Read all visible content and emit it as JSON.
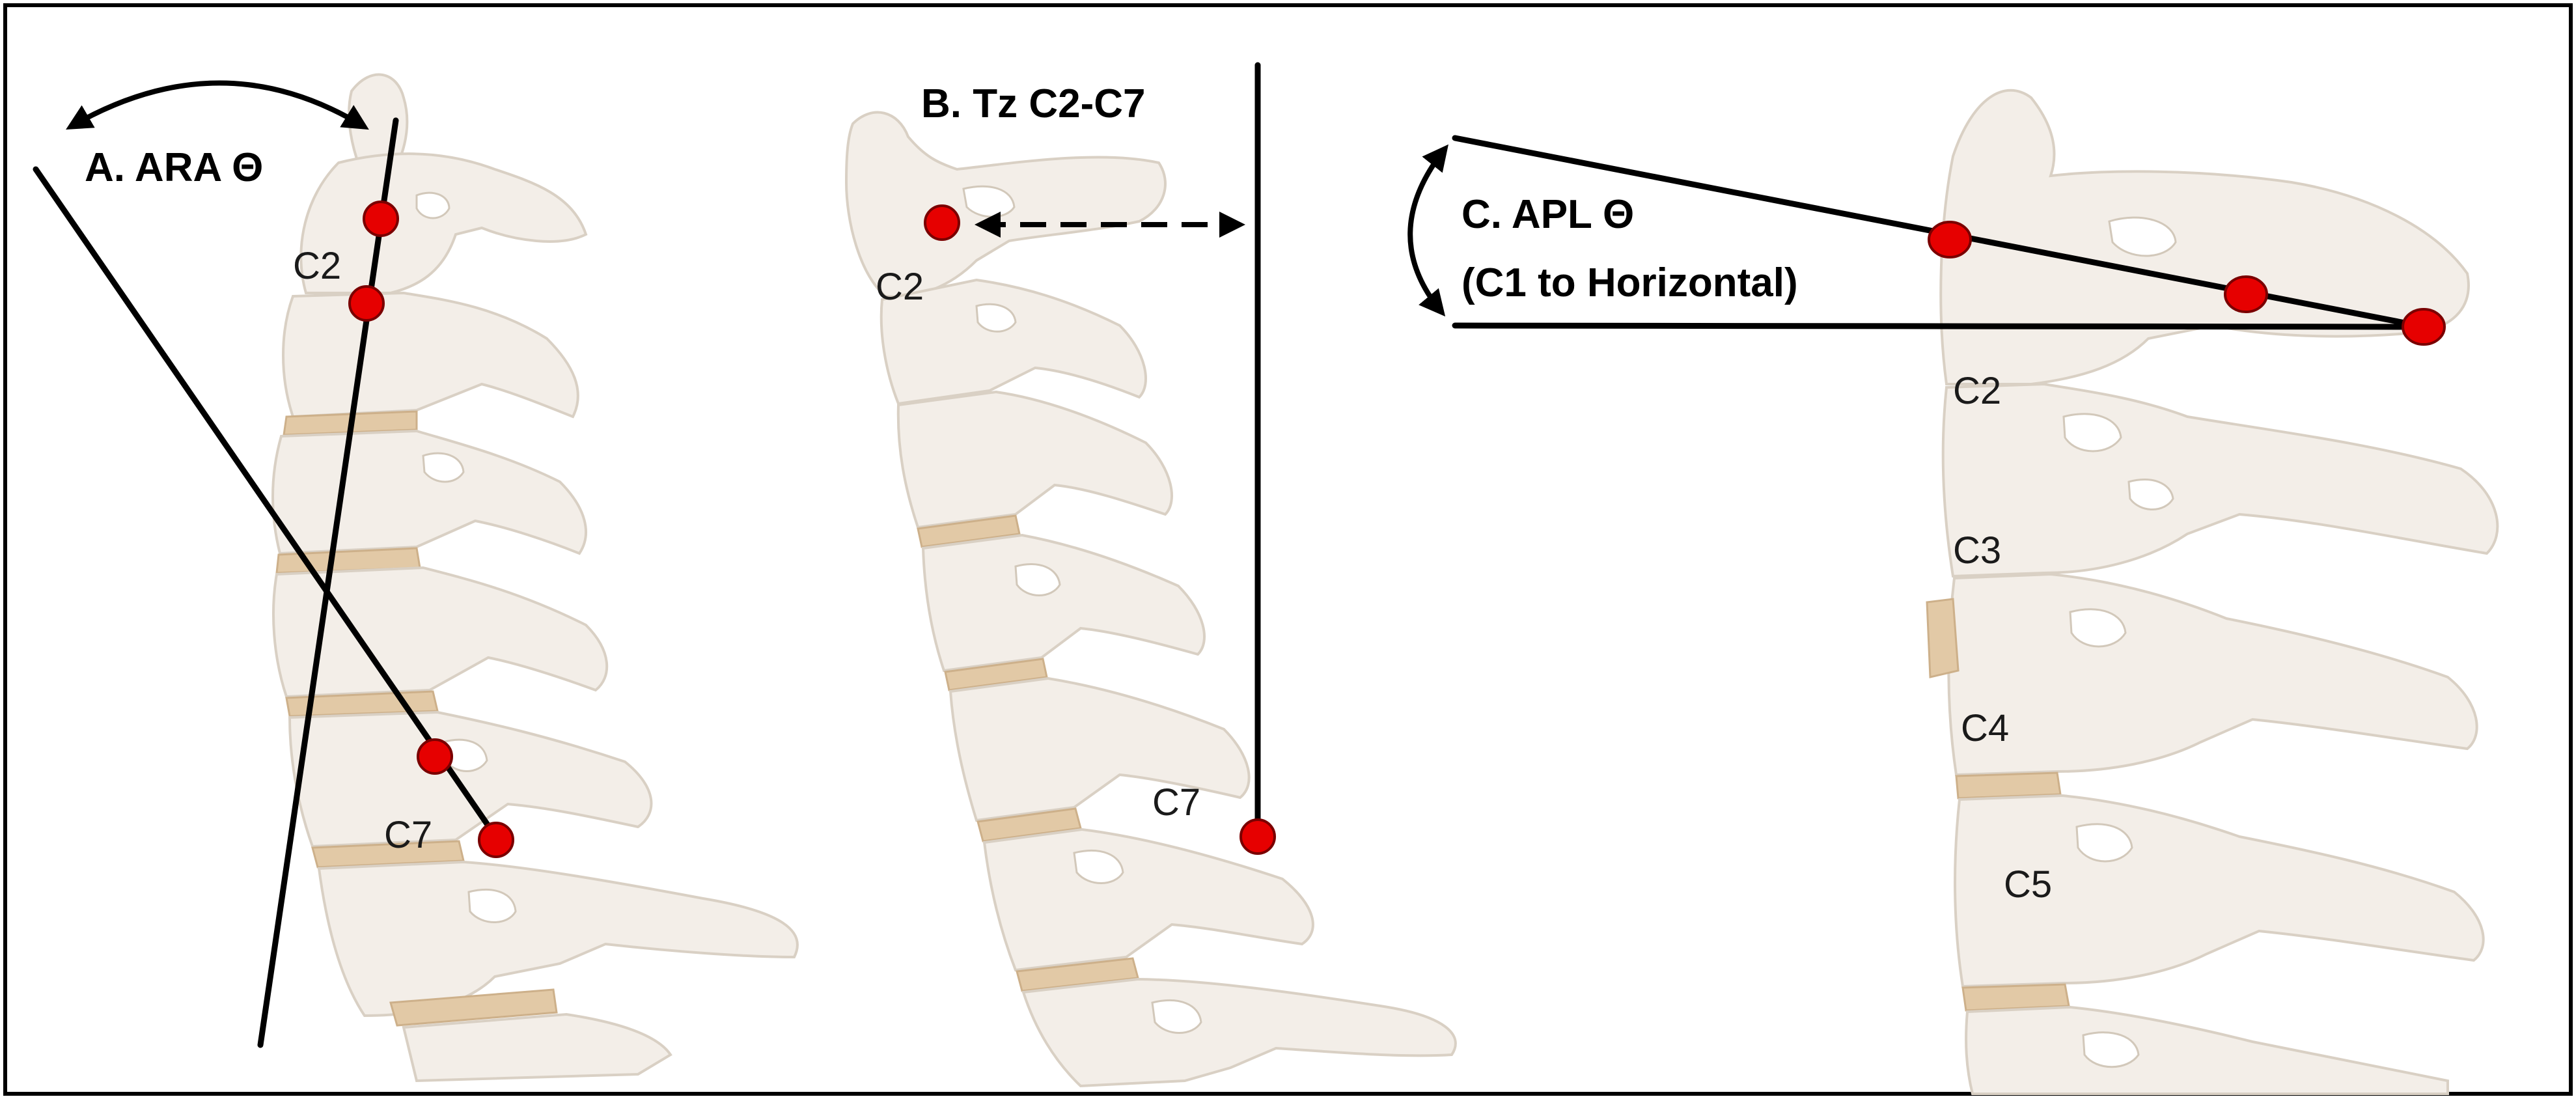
{
  "panels": {
    "a": {
      "title": "A. ARA Θ",
      "vertebra_labels": {
        "upper": "C2",
        "lower": "C7"
      }
    },
    "b": {
      "title": "B. Tz C2-C7",
      "vertebra_labels": {
        "upper": "C2",
        "lower": "C7"
      }
    },
    "c": {
      "title_line1": "C. APL Θ",
      "title_line2": "(C1 to Horizontal)",
      "vertebra_labels": {
        "c2": "C2",
        "c3": "C3",
        "c4": "C4",
        "c5": "C5"
      }
    }
  },
  "colors": {
    "landmark": "#e60000",
    "line": "#000000",
    "bone": "#f3eee8",
    "disc": "#e2c9a6",
    "border": "#000000"
  }
}
